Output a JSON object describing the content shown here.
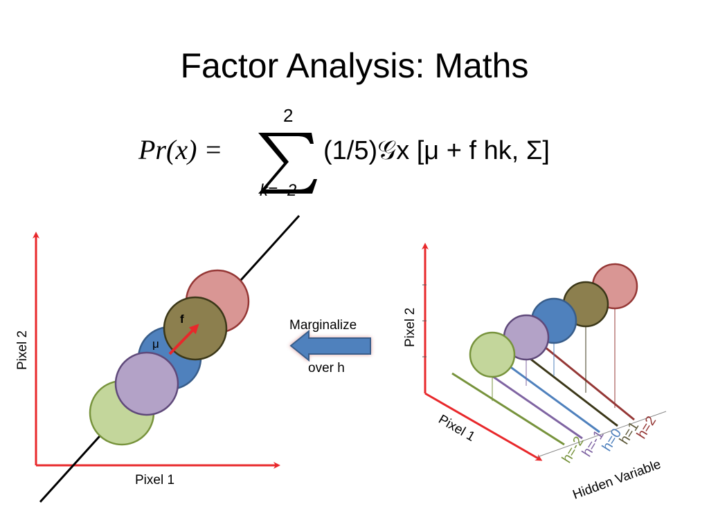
{
  "slide": {
    "title": "Factor Analysis:  Maths"
  },
  "formula": {
    "lhs": "Pr(x) =",
    "sum_upper": "2",
    "sum_lower": "k=−2",
    "rhs": "(1/5)𝒢x [μ + f hk, Σ]"
  },
  "left_plot": {
    "x_axis_label": "Pixel 1",
    "y_axis_label": "Pixel 2",
    "mean_label": "μ",
    "factor_label": "f",
    "colors": {
      "axis": "#e8282b",
      "line": "#000000",
      "green": "#c3d69b",
      "purple": "#b3a2c7",
      "blue": "#4f81bd",
      "olive": "#8c7f4e",
      "rose": "#d99694"
    }
  },
  "center": {
    "top_label": "Marginalize",
    "bottom_label": "over h",
    "arrow_color": "#4f81bd"
  },
  "right_plot": {
    "x_axis_label": "Pixel 1",
    "y_axis_label": "Pixel 2",
    "z_axis_label": "Hidden Variable",
    "h_labels": [
      {
        "text": "h=-2",
        "color": "#77933c"
      },
      {
        "text": "h=-1",
        "color": "#7f64a2"
      },
      {
        "text": "h=0",
        "color": "#4f81bd"
      },
      {
        "text": "h=1",
        "color": "#5e5a3a"
      },
      {
        "text": "h=2",
        "color": "#953735"
      }
    ]
  }
}
